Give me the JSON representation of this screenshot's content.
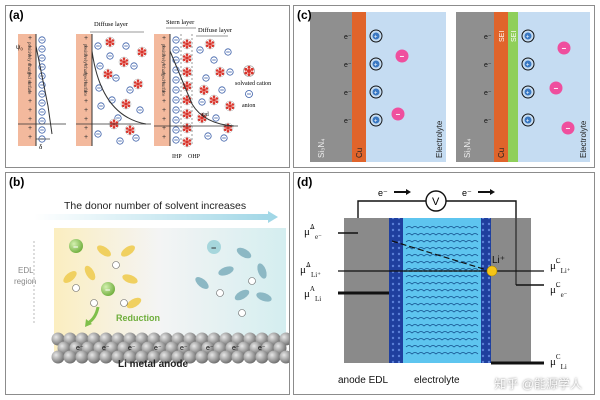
{
  "panels": {
    "a": {
      "label": "(a)",
      "diffuse_layer_1": "Diffuse layer",
      "stern_layer": "Stern layer",
      "diffuse_layer_2": "Diffuse layer",
      "surface_label": "positively charged surface",
      "psi_zero": "ψ₀",
      "psi_d": "ψd",
      "delta": "δ",
      "ihp": "IHP",
      "ohp": "OHP",
      "legend_cation": "solvated cation",
      "legend_anion": "anion",
      "colors": {
        "surface": "#f3b99d",
        "cation": "#d9342b",
        "anion": "#3a5ea8"
      }
    },
    "b": {
      "label": "(b)",
      "arrow_text": "The donor number of solvent increases",
      "edl_region": "EDL\nregion",
      "reduction": "Reduction",
      "anode_label": "Li metal anode",
      "electron": "e⁻",
      "minus": "−",
      "plus": "+",
      "colors": {
        "warm": "#fbeec0",
        "cool": "#d4eef0",
        "green": "#7fbf4a",
        "anode": "#8f8f8f",
        "arrow": "#9fd6e6"
      }
    },
    "c": {
      "label": "(c)",
      "left": {
        "substrate": "Si₃N₄",
        "metal": "Cu",
        "electrolyte": "Electrolyte"
      },
      "right": {
        "substrate": "Si₃N₄",
        "metal": "Cu",
        "sei": "SEI",
        "electrolyte": "Electrolyte"
      },
      "electron": "e⁻",
      "colors": {
        "substrate": "#8f8f8f",
        "cu": "#e0642b",
        "sei": "#8fcf5a",
        "electrolyte": "#c5dcf2",
        "anion": "#ef4f9e",
        "cation": "#3a78c2"
      }
    },
    "d": {
      "label": "(d)",
      "voltmeter": "V",
      "electron_left": "e⁻",
      "electron_right": "e⁻",
      "anode_label": "anode EDL",
      "electrolyte_label": "electrolyte",
      "li_ion": "Li⁺",
      "left_labels": [
        {
          "main": "μ̃",
          "sup": "A",
          "sub": "e⁻"
        },
        {
          "main": "μ̃",
          "sup": "A",
          "sub": "Li⁺"
        },
        {
          "main": "μ",
          "sup": "A",
          "sub": "Li"
        }
      ],
      "right_labels": [
        {
          "main": "μ̃",
          "sup": "C",
          "sub": "Li⁺"
        },
        {
          "main": "μ̃",
          "sup": "C",
          "sub": "e⁻"
        },
        {
          "main": "μ",
          "sup": "C",
          "sub": "Li"
        }
      ],
      "colors": {
        "electrode": "#8a8a8a",
        "edl": "#1f3f9e",
        "electrolyte": "#5ec5ef",
        "ion": "#f5c518"
      }
    }
  },
  "watermark": "知乎 @能源学人"
}
